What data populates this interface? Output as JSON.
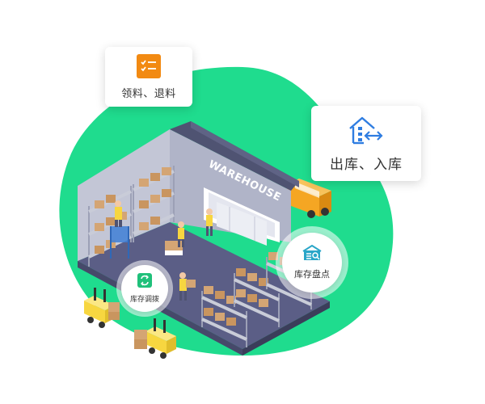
{
  "cards": {
    "picking": {
      "label": "领料、退料",
      "icon": "checklist-icon",
      "icon_color": "#f28a12"
    },
    "inout": {
      "label": "出库、入库",
      "icon": "warehouse-transfer-icon",
      "icon_color": "#2f7de1"
    }
  },
  "badges": {
    "stocktake": {
      "label": "库存盘点",
      "icon": "stocktake-icon",
      "icon_color": "#2aa6c8"
    },
    "transfer": {
      "label": "库存调拨",
      "icon": "transfer-cycle-icon",
      "icon_color": "#1fc07a"
    }
  },
  "warehouse_sign": "WAREHOUSE",
  "colors": {
    "background_blob": "#1fdc8e",
    "floor": "#5b5e86",
    "wall": "#b7bbce",
    "roof": "#4f5372",
    "shelf": "#c9ccd8",
    "box": "#d4a574",
    "forklift": "#f7d640",
    "truck": "#f5a623"
  }
}
